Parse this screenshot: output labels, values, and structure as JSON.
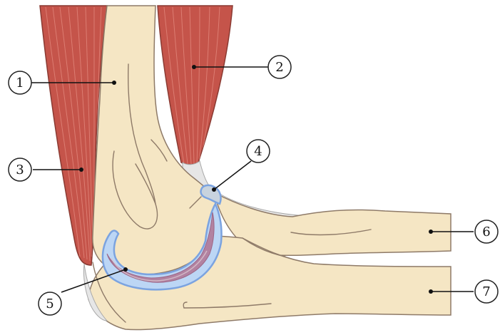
{
  "callouts": [
    {
      "number": "1"
    },
    {
      "number": "2"
    },
    {
      "number": "3"
    },
    {
      "number": "4"
    },
    {
      "number": "5"
    },
    {
      "number": "6"
    },
    {
      "number": "7"
    }
  ],
  "colors": {
    "bone": "#f5e6c4",
    "bone_outline": "#8e7a68",
    "muscle": "#c5544a",
    "muscle_outline": "#8a3a32",
    "muscle_fiber": "#e0857a",
    "cartilage": "#bcd6f5",
    "cartilage_outline": "#7ba3e0",
    "synovial": "#b27a98",
    "tendon": "#e4e4e4",
    "leader_line": "#111111",
    "callout_stroke": "#222222"
  }
}
